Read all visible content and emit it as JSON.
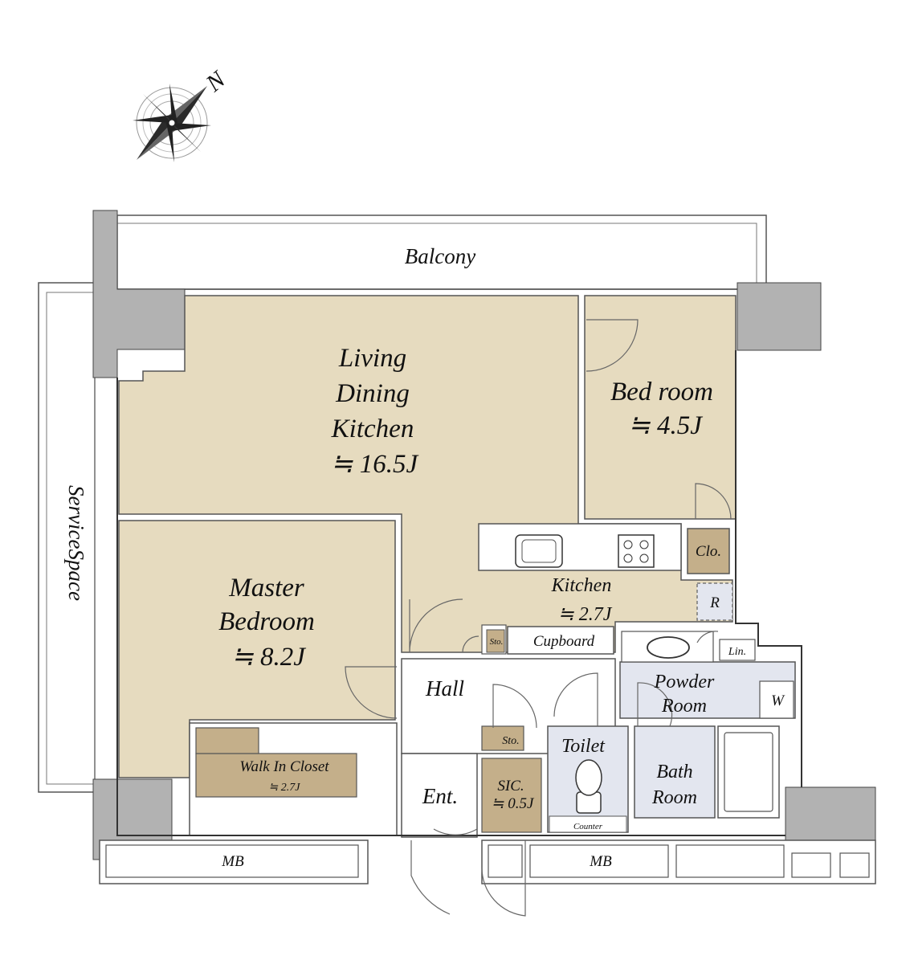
{
  "colors": {
    "room_fill": "#e6dbbf",
    "closet_fill": "#c4af8a",
    "wet_fill": "#e3e6ef",
    "wall_gray": "#b2b2b2",
    "line": "#4a4a4a"
  },
  "compass": {
    "north_label": "N"
  },
  "rooms": {
    "balcony": "Balcony",
    "service_space": "ServiceSpace",
    "ldk": {
      "line1": "Living",
      "line2": "Dining",
      "line3": "Kitchen",
      "size": "≒ 16.5J"
    },
    "bedroom": {
      "name": "Bed room",
      "size": "≒ 4.5J"
    },
    "master": {
      "line1": "Master",
      "line2": "Bedroom",
      "size": "≒ 8.2J"
    },
    "kitchen": {
      "name": "Kitchen",
      "size": "≒ 2.7J"
    },
    "walk_in_closet": {
      "name": "Walk In Closet",
      "size": "≒ 2.7J"
    },
    "hall": "Hall",
    "entrance": "Ent.",
    "sic": {
      "name": "SIC.",
      "size": "≒ 0.5J"
    },
    "storage_upper": "Sto.",
    "storage_lower": "Sto.",
    "cupboard": "Cupboard",
    "closet": "Clo.",
    "refrigerator": "R",
    "linen": "Lin.",
    "powder_room": {
      "line1": "Powder",
      "line2": "Room"
    },
    "washer": "W",
    "toilet": "Toilet",
    "counter": "Counter",
    "bath_room": {
      "line1": "Bath",
      "line2": "Room"
    },
    "mb_left": "MB",
    "mb_right": "MB"
  }
}
